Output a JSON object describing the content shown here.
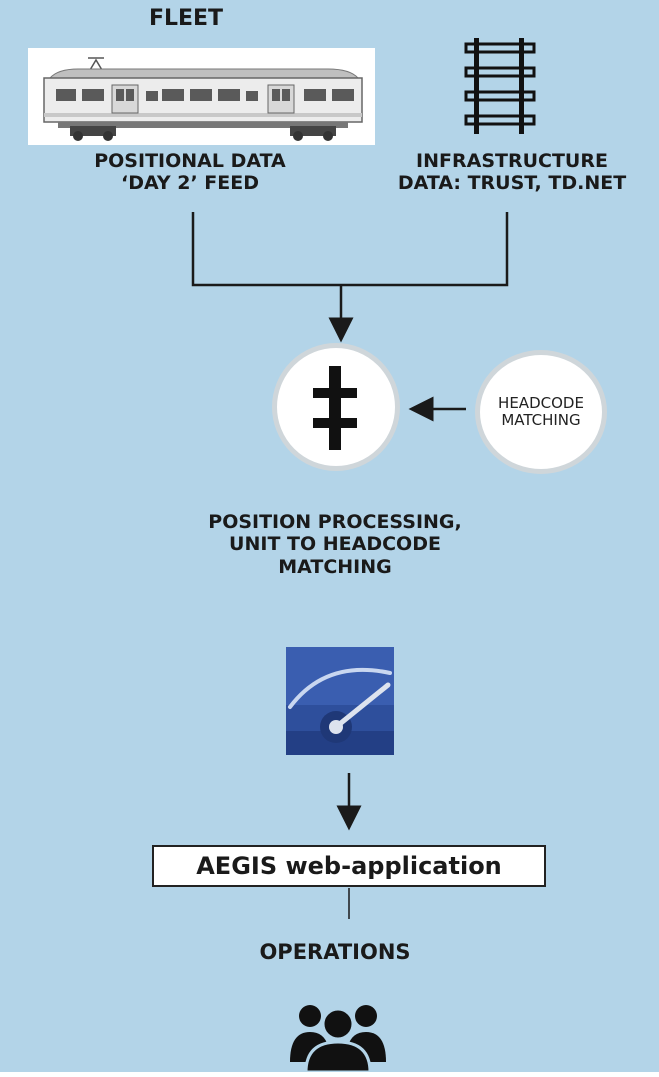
{
  "fleet": {
    "title": "FLEET",
    "positional_label": "POSITIONAL DATA\n‘DAY 2’ FEED"
  },
  "infrastructure": {
    "label": "INFRASTRUCTURE\nDATA: TRUST, TD.NET"
  },
  "processing": {
    "label": "POSITION PROCESSING,\nUNIT TO HEADCODE\nMATCHING"
  },
  "headcode": {
    "label": "HEADCODE\nMATCHING"
  },
  "application": {
    "label": "AEGIS web-application"
  },
  "operations": {
    "label": "OPERATIONS"
  },
  "icons": {
    "fleet": "train-icon",
    "infrastructure": "rail-track-icon",
    "processing": "track-cross-icon",
    "dashboard": "speedometer-icon",
    "operations": "people-group-icon"
  },
  "colors": {
    "background": "#b3d4e8",
    "connector": "#1a1a1a",
    "dashboard_blue": "#2e4f9c"
  }
}
